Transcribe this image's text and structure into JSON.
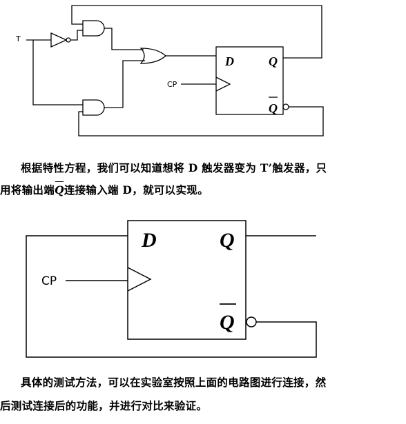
{
  "figure1": {
    "t_label": "T",
    "cp_label": "CP",
    "d_label": "D",
    "q_label": "Q",
    "qbar_label": "Q"
  },
  "paragraph1": {
    "line1": "根据特性方程，我们可以知道想将 D 触发器变为 T’触发器，只",
    "line2_pre": "用将输出端",
    "line2_q": "Q",
    "line2_post": "连接输入端 D，就可以实现。"
  },
  "figure2": {
    "cp_label": "CP",
    "d_label": "D",
    "q_label": "Q",
    "qbar_label": "Q"
  },
  "paragraph2": {
    "line1": "具体的测试方法，可以在实验室按照上面的电路图进行连接，然",
    "line2": "后测试连接后的功能，并进行对比来验证。"
  }
}
